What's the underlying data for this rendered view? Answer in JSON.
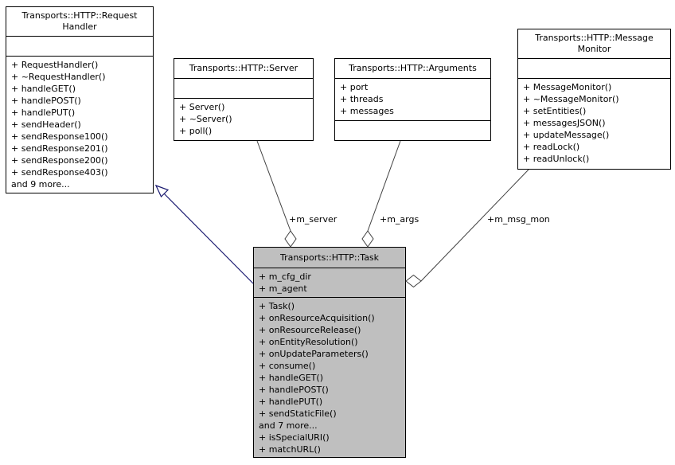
{
  "diagram": {
    "type": "uml-collaboration-graph",
    "colors": {
      "background": "#ffffff",
      "node_fill": "#ffffff",
      "highlight_node_fill": "#bfbfbf",
      "node_border": "#000000",
      "aggregation_edge": "#404040",
      "inheritance_edge": "#191970",
      "text": "#000000"
    }
  },
  "classes": [
    {
      "id": "request-handler",
      "title": "Transports::HTTP::Request Handler",
      "attributes": [],
      "methods": [
        "+ RequestHandler()",
        "+ ~RequestHandler()",
        "+ handleGET()",
        "+ handlePOST()",
        "+ handlePUT()",
        "+ sendHeader()",
        "+ sendResponse100()",
        "+ sendResponse201()",
        "+ sendResponse200()",
        "+ sendResponse403()",
        "and 9 more..."
      ]
    },
    {
      "id": "server",
      "title": "Transports::HTTP::Server",
      "attributes": [],
      "methods": [
        "+ Server()",
        "+ ~Server()",
        "+ poll()"
      ]
    },
    {
      "id": "arguments",
      "title": "Transports::HTTP::Arguments",
      "attributes": [
        "+ port",
        "+ threads",
        "+ messages"
      ],
      "methods": []
    },
    {
      "id": "message-monitor",
      "title": "Transports::HTTP::Message Monitor",
      "attributes": [],
      "methods": [
        "+ MessageMonitor()",
        "+ ~MessageMonitor()",
        "+ setEntities()",
        "+ messagesJSON()",
        "+ updateMessage()",
        "+ readLock()",
        "+ readUnlock()"
      ]
    },
    {
      "id": "task",
      "title": "Transports::HTTP::Task",
      "attributes": [
        "+ m_cfg_dir",
        "+ m_agent"
      ],
      "methods": [
        "+ Task()",
        "+ onResourceAcquisition()",
        "+ onResourceRelease()",
        "+ onEntityResolution()",
        "+ onUpdateParameters()",
        "+ consume()",
        "+ handleGET()",
        "+ handlePOST()",
        "+ handlePUT()",
        "+ sendStaticFile()",
        "and 7 more...",
        "+ isSpecialURI()",
        "+ matchURL()"
      ]
    }
  ],
  "edges": {
    "m_server_label": "+m_server",
    "m_args_label": "+m_args",
    "m_msg_mon_label": "+m_msg_mon"
  }
}
